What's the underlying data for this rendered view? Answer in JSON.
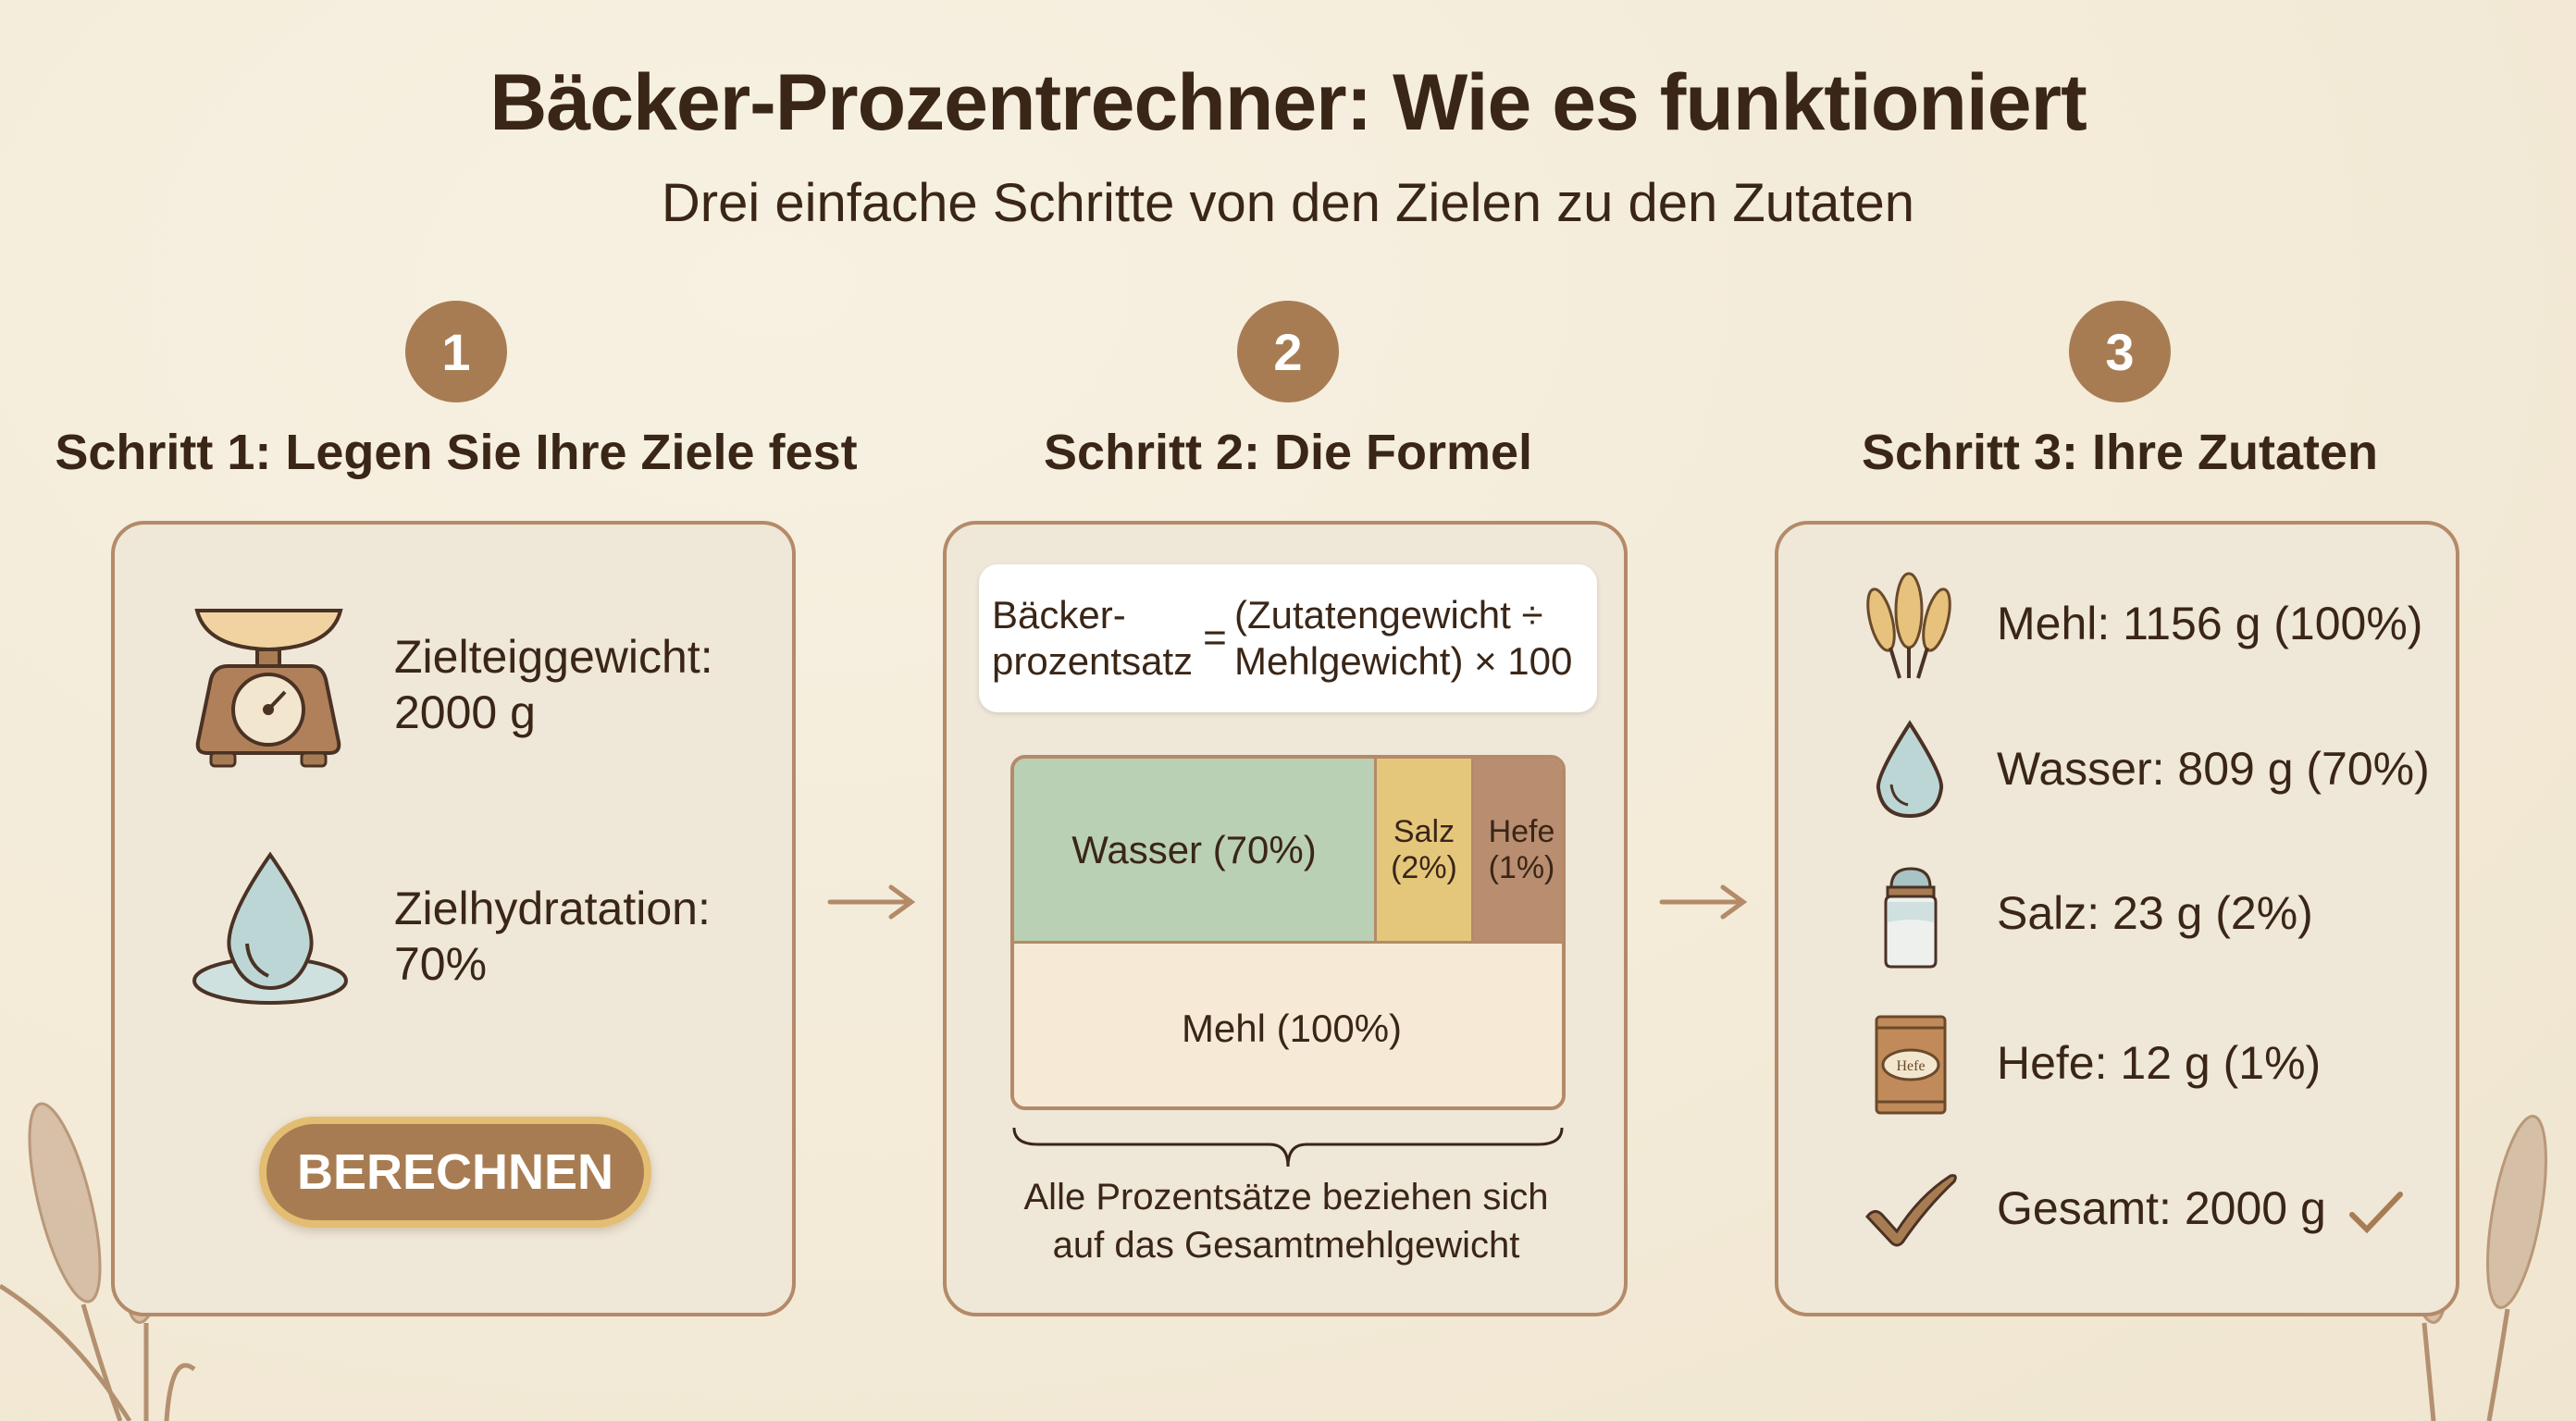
{
  "header": {
    "title": "Bäcker-Prozentrechner: Wie es funktioniert",
    "subtitle": "Drei einfache Schritte von den Zielen zu den Zutaten"
  },
  "steps": [
    {
      "number": "1",
      "title": "Schritt 1: Legen Sie Ihre Ziele fest"
    },
    {
      "number": "2",
      "title": "Schritt 2: Die Formel"
    },
    {
      "number": "3",
      "title": "Schritt 3: Ihre Zutaten"
    }
  ],
  "step1": {
    "weight_label": "Zielteiggewicht:",
    "weight_value": "2000 g",
    "hydration_label": "Zielhydratation:",
    "hydration_value": "70%",
    "button_label": "BERECHNEN"
  },
  "step2": {
    "formula": {
      "lhs_line1": "Bäcker-",
      "lhs_line2": "prozentsatz",
      "equals": "=",
      "rhs_line1": "(Zutatengewicht ÷",
      "rhs_line2": "Mehlgewicht) × 100"
    },
    "blocks": [
      {
        "label": "Wasser (70%)",
        "color": "#b9d0b4"
      },
      {
        "label_line1": "Salz",
        "label_line2": "(2%)",
        "color": "#e5c77c"
      },
      {
        "label_line1": "Hefe",
        "label_line2": "(1%)",
        "color": "#b98d70"
      },
      {
        "label": "Mehl (100%)",
        "color": "#f6ead6"
      }
    ],
    "note_line1": "Alle Prozentsätze beziehen sich",
    "note_line2": "auf das Gesamtmehlgewicht"
  },
  "step3": {
    "ingredients": [
      {
        "icon": "wheat-icon",
        "text": "Mehl: 1156 g (100%)"
      },
      {
        "icon": "water-drop-icon",
        "text": "Wasser: 809 g (70%)"
      },
      {
        "icon": "salt-shaker-icon",
        "text": "Salz: 23 g (2%)"
      },
      {
        "icon": "yeast-packet-icon",
        "text": "Hefe: 12 g (1%)"
      },
      {
        "icon": "checkmark-icon",
        "text": "Gesamt: 2000 g"
      }
    ],
    "yeast_packet_text": "Hefe"
  },
  "colors": {
    "background": "#f5eedd",
    "accent_brown": "#a87c52",
    "panel_border": "#b48a68",
    "text": "#3a2617",
    "button_border": "#e3be72"
  }
}
